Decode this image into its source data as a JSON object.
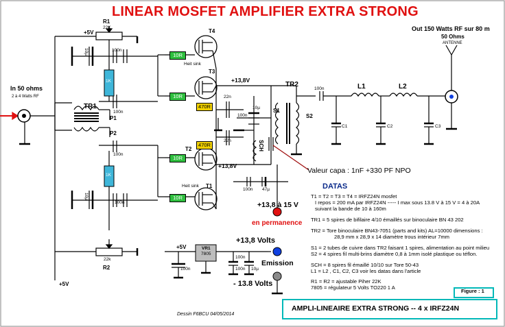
{
  "title": "LINEAR MOSFET AMPLIFIER EXTRA STRONG",
  "output_label": "Out 150 Watts RF sur 80 m",
  "output_impedance": "50 Ohms",
  "antenna_label": "ANTENNE",
  "input_label": "In 50 ohms",
  "input_power": "2 à 4 Watts RF",
  "supply_plus": "+5V",
  "supply_plus_bottom": "+5V",
  "rail_13_8": "+13,8V",
  "rail_13_8_b": "+13,8V",
  "components": {
    "r1": "R1",
    "r1_value": "22K",
    "r2": "R2",
    "r2_value": "22k",
    "res_1k_top": "1K",
    "res_1k_bot": "1K",
    "cap_10u_top": "10µ",
    "cap_100n_top": "100n",
    "cap_100n_top2": "100n",
    "cap_100n_bot": "100n",
    "cap_100n_bot2": "100n",
    "cap_10u_bot": "10µ",
    "tr1": "TR1",
    "p1": "P1",
    "p2": "P2",
    "t1": "T1",
    "t2": "T2",
    "t3": "T3",
    "t4": "T4",
    "heatsink_top": "Heit sink",
    "heatsink_bot": "Heit sink",
    "res_10r_1": "10R",
    "res_10r_2": "10R",
    "res_10r_3": "10R",
    "res_10r_4": "10R",
    "res_470r_1": "470R",
    "res_470r_2": "470R",
    "cap_22n_1": "22n",
    "cap_22n_2": "22n",
    "cap_10u_mid": "10µ",
    "cap_100n_mid": "100n",
    "cap_100n_mid2": "100n",
    "cap_47u": "47µ",
    "cap_100n_low": "100n",
    "sch": "SCH",
    "s1": "S1",
    "s2": "S2",
    "tr2": "TR2",
    "cap_100n_out": "100n",
    "l1": "L1",
    "l2": "L2",
    "c1": "C1",
    "c2": "C2",
    "c3": "C3",
    "vr1": "VR1",
    "vr1_part": "7805",
    "reg_5v": "+5V",
    "reg_100n_a": "100n",
    "reg_100n_b": "100n",
    "reg_100n_c": "100n",
    "reg_10u": "10µ"
  },
  "cap_value_note": "Valeur capa : 1nF +330 PF NPO",
  "supply_13_8_15": "+13,8 à 15 V",
  "en_permanence": "en permanence",
  "plus_13_8_volts": "+13,8 Volts",
  "emission": "Emission",
  "minus_13_8_volts": "- 13.8 Volts",
  "datas": {
    "heading": "DATAS",
    "lines": [
      "T1 = T2 = T3 = T4 =  IRFZ24N   mosfet",
      "I repos = 200 mA par IRFZ24N ----- I max sous 13.8 V  à 15 V = 4 à 20A",
      "suivant la bande de 10 à 160m",
      "TR1 =   5 spires de bifilaire 4/10 émaillés sur binoculaire BN 43 202",
      "TR2 =   Tore binoculaire  BN43-7051 (parts and kits)  AL=10000  dimensions :",
      "28,9 mm x 28,9 x 14  diamètre trous  intérieur  7mm",
      "S1 =  2 tubes de cuivre dans TR2  faisant  1 spires, alimentation au point milieu",
      "S2 = 4 spires fil multi-brins diamètre 0,8 à 1mm isolé plastique ou téflon.",
      "SCH =  8 spires fil émaillé 10/10 sur  Tore 50-43",
      "L1 = L2 , C1, C2, C3 voir les datas dans l'article",
      "R1 = R2 = ajustable Piher  22K",
      "7805 = régulateur 5 Volts   TO220   1 A"
    ]
  },
  "figure_label": "Figure : 1",
  "footer_title": "AMPLI-LINEAIRE EXTRA STRONG --  4 x IRFZ24N",
  "credit": "Dessin F6BCU  04/05/2014",
  "colors": {
    "title_red": "#e01010",
    "resistor_green": "#2fbf3f",
    "resistor_yellow": "#f0d000",
    "resistor_blue": "#3fb6d9",
    "frame_cyan": "#00b8b8",
    "datas_blue": "#0a2a8a",
    "dot_red": "#e01010",
    "dot_blue": "#1040e0",
    "dot_grey": "#8a8a8a"
  }
}
